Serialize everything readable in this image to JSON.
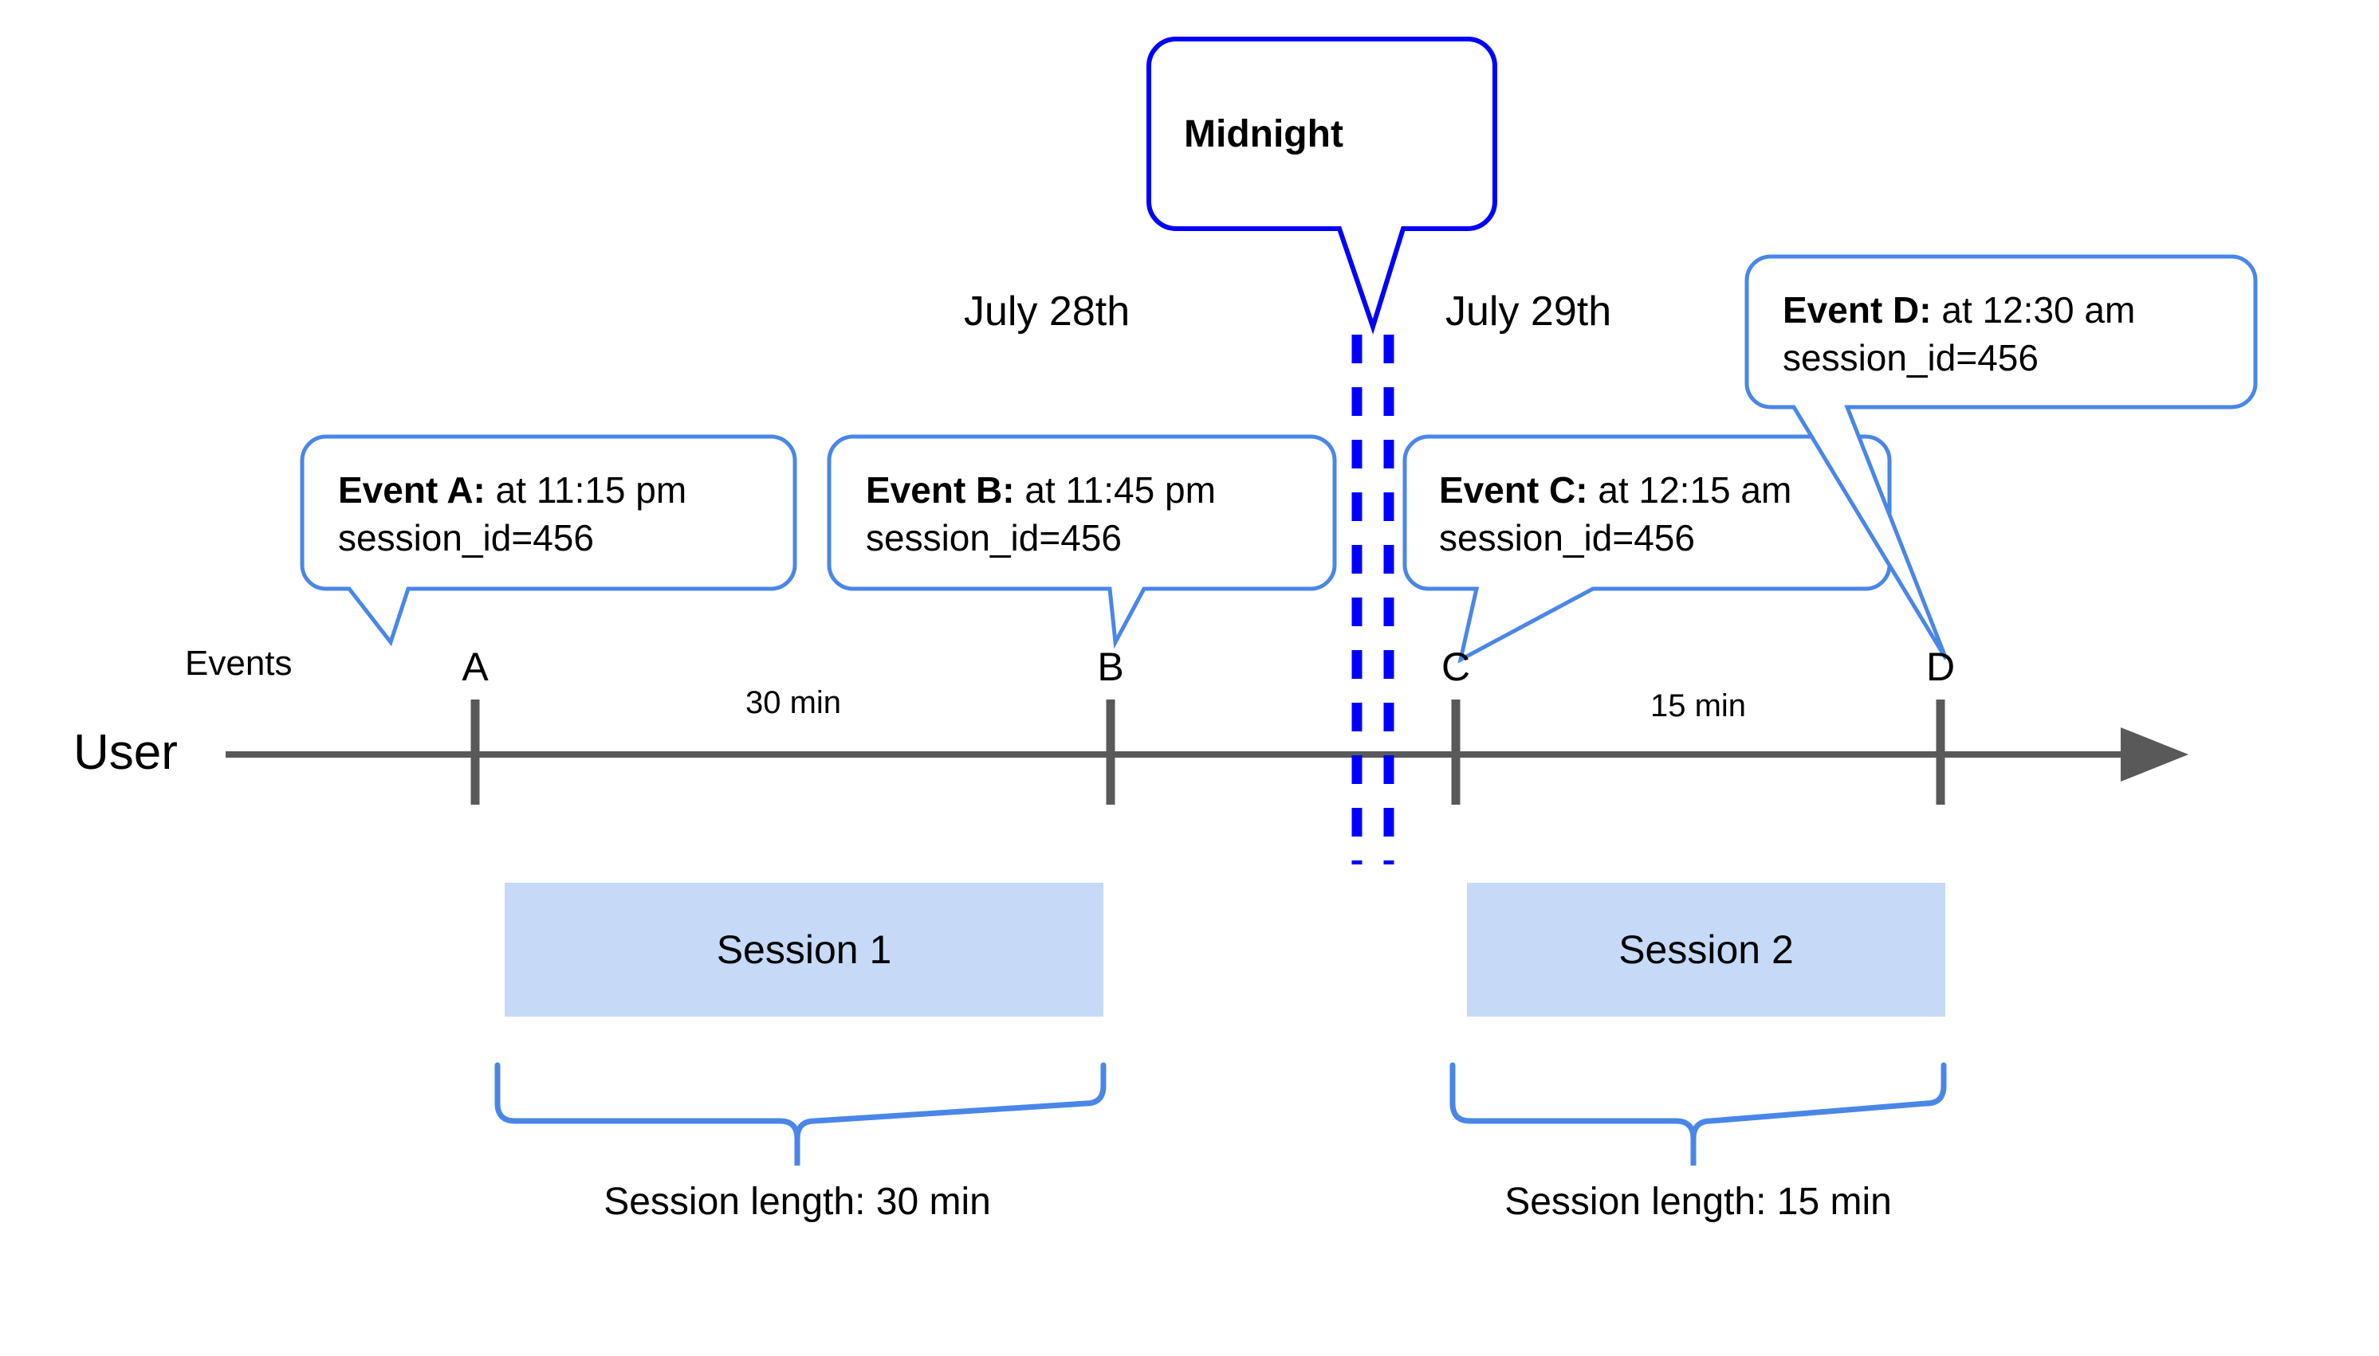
{
  "diagram": {
    "title_axis_user": "User",
    "title_axis_events": "Events",
    "midnight_label": "Midnight",
    "days": [
      {
        "label": "July 28th"
      },
      {
        "label": "July 29th"
      }
    ],
    "events": [
      {
        "letter": "A",
        "name": "Event A:",
        "detail": " at 11:15 pm",
        "session_id_line": "session_id=456"
      },
      {
        "letter": "B",
        "name": "Event B:",
        "detail": " at 11:45 pm",
        "session_id_line": "session_id=456"
      },
      {
        "letter": "C",
        "name": "Event C:",
        "detail": " at 12:15 am",
        "session_id_line": "session_id=456"
      },
      {
        "letter": "D",
        "name": "Event D:",
        "detail": " at 12:30 am",
        "session_id_line": "session_id=456"
      }
    ],
    "gaps": [
      {
        "label": "30 min"
      },
      {
        "label": "15 min"
      }
    ],
    "sessions": [
      {
        "label": "Session 1",
        "length_label": "Session length: 30 min"
      },
      {
        "label": "Session 2",
        "length_label": "Session length: 15 min"
      }
    ],
    "colors": {
      "callout_border": "#4A86E8",
      "midnight_border": "#0000FF",
      "midnight_dash": "#0000FF",
      "axis": "#595959",
      "session_fill": "#C6D9F7",
      "brace": "#4A86E8",
      "text": "#000000",
      "background": "#FFFFFF"
    }
  }
}
